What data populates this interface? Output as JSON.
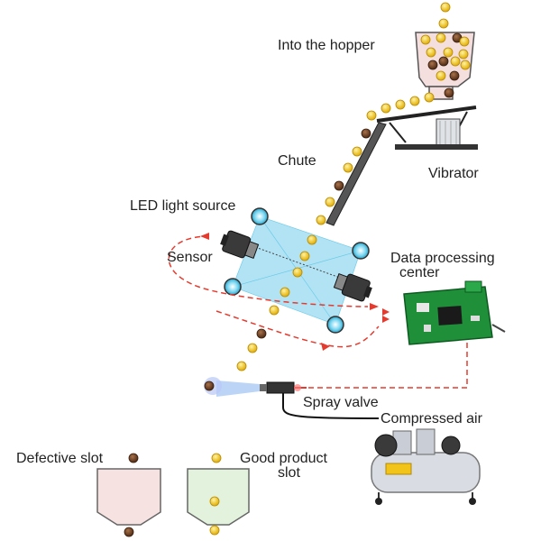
{
  "labels": {
    "hopper": "Into the hopper",
    "chute": "Chute",
    "vibrator": "Vibrator",
    "led": "LED light source",
    "sensor": "Sensor",
    "data_center_line1": "Data processing",
    "data_center_line2": "center",
    "spray_valve": "Spray valve",
    "compressed_air": "Compressed air",
    "defective_slot": "Defective slot",
    "good_slot_line1": "Good product",
    "good_slot_line2": "slot"
  },
  "colors": {
    "good_bean": "#f2c318",
    "defective_bean": "#7a4a2a",
    "hopper_fill": "#f4dede",
    "defective_slot_fill": "#f6e2e0",
    "good_slot_fill": "#e2f2dc",
    "light_beam": "#5cc7e8",
    "signal_line": "#e53a2e",
    "pcb": "#1f8f3a",
    "compressor_tank": "#d9dde3"
  },
  "icons": {
    "board": "pcb-board-icon",
    "compressor": "air-compressor-icon",
    "valve": "spray-valve-icon"
  }
}
